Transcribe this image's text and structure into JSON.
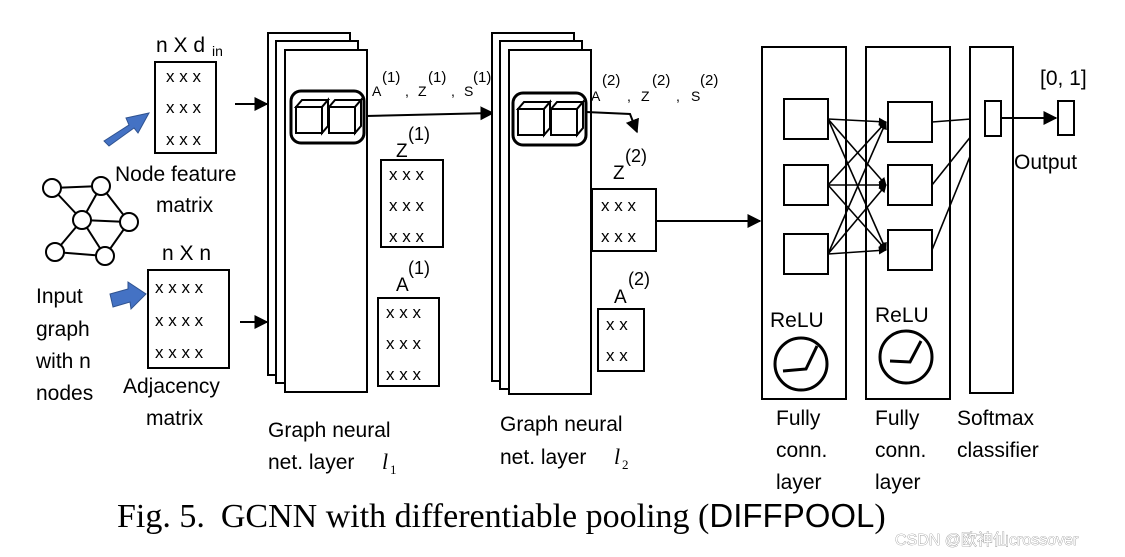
{
  "input": {
    "node_matrix_size": "n X d",
    "node_matrix_size_sub": "in",
    "node_matrix_rows": [
      "x x x",
      "x x x",
      "x x x"
    ],
    "node_matrix_label_1": "Node feature",
    "node_matrix_label_2": "matrix",
    "adj_matrix_size": "n X n",
    "adj_matrix_rows": [
      "x x x x",
      "x x x x",
      "x x x x"
    ],
    "adj_matrix_label_1": "Adjacency",
    "adj_matrix_label_2": "matrix",
    "graph_label": [
      "Input",
      "graph",
      "with n",
      "nodes"
    ]
  },
  "layer1": {
    "output_a": "A",
    "output_a_sup": "(1)",
    "output_z": "Z",
    "output_z_sup": "(1)",
    "output_s": "S",
    "output_s_sup": "(1)",
    "z_label": "Z",
    "z_sup": "(1)",
    "z_rows": [
      "x x x",
      "x x x",
      "x x x"
    ],
    "a_label": "A",
    "a_sup": "(1)",
    "a_rows": [
      "x x x",
      "x x x",
      "x x x"
    ],
    "caption_1": "Graph neural",
    "caption_2": "net. layer",
    "caption_var": "l",
    "caption_sub": "1"
  },
  "layer2": {
    "output_a": "A",
    "output_a_sup": "(2)",
    "output_z": "Z",
    "output_z_sup": "(2)",
    "output_s": "S",
    "output_s_sup": "(2)",
    "z_label": "Z",
    "z_sup": "(2)",
    "z_rows": [
      "x x x",
      "x x x"
    ],
    "a_label": "A",
    "a_sup": "(2)",
    "a_rows": [
      "x x",
      "x x"
    ],
    "caption_1": "Graph neural",
    "caption_2": "net. layer",
    "caption_var": "l",
    "caption_sub": "2"
  },
  "fc1": {
    "activation": "ReLU",
    "caption": [
      "Fully",
      "conn.",
      "layer"
    ]
  },
  "fc2": {
    "activation": "ReLU",
    "caption": [
      "Fully",
      "conn.",
      "layer"
    ]
  },
  "softmax": {
    "caption": [
      "Softmax",
      "classifier"
    ]
  },
  "output": {
    "range": "[0, 1]",
    "label": "Output"
  },
  "figure_caption": {
    "prefix": "Fig. 5.",
    "text": "GCNN with differentiable pooling (",
    "name": "DIFFPOOL",
    "close": ")"
  },
  "watermark": "CSDN @欧神仙crossover",
  "colors": {
    "input_arrow": "#4472c4",
    "stroke": "#000000"
  }
}
